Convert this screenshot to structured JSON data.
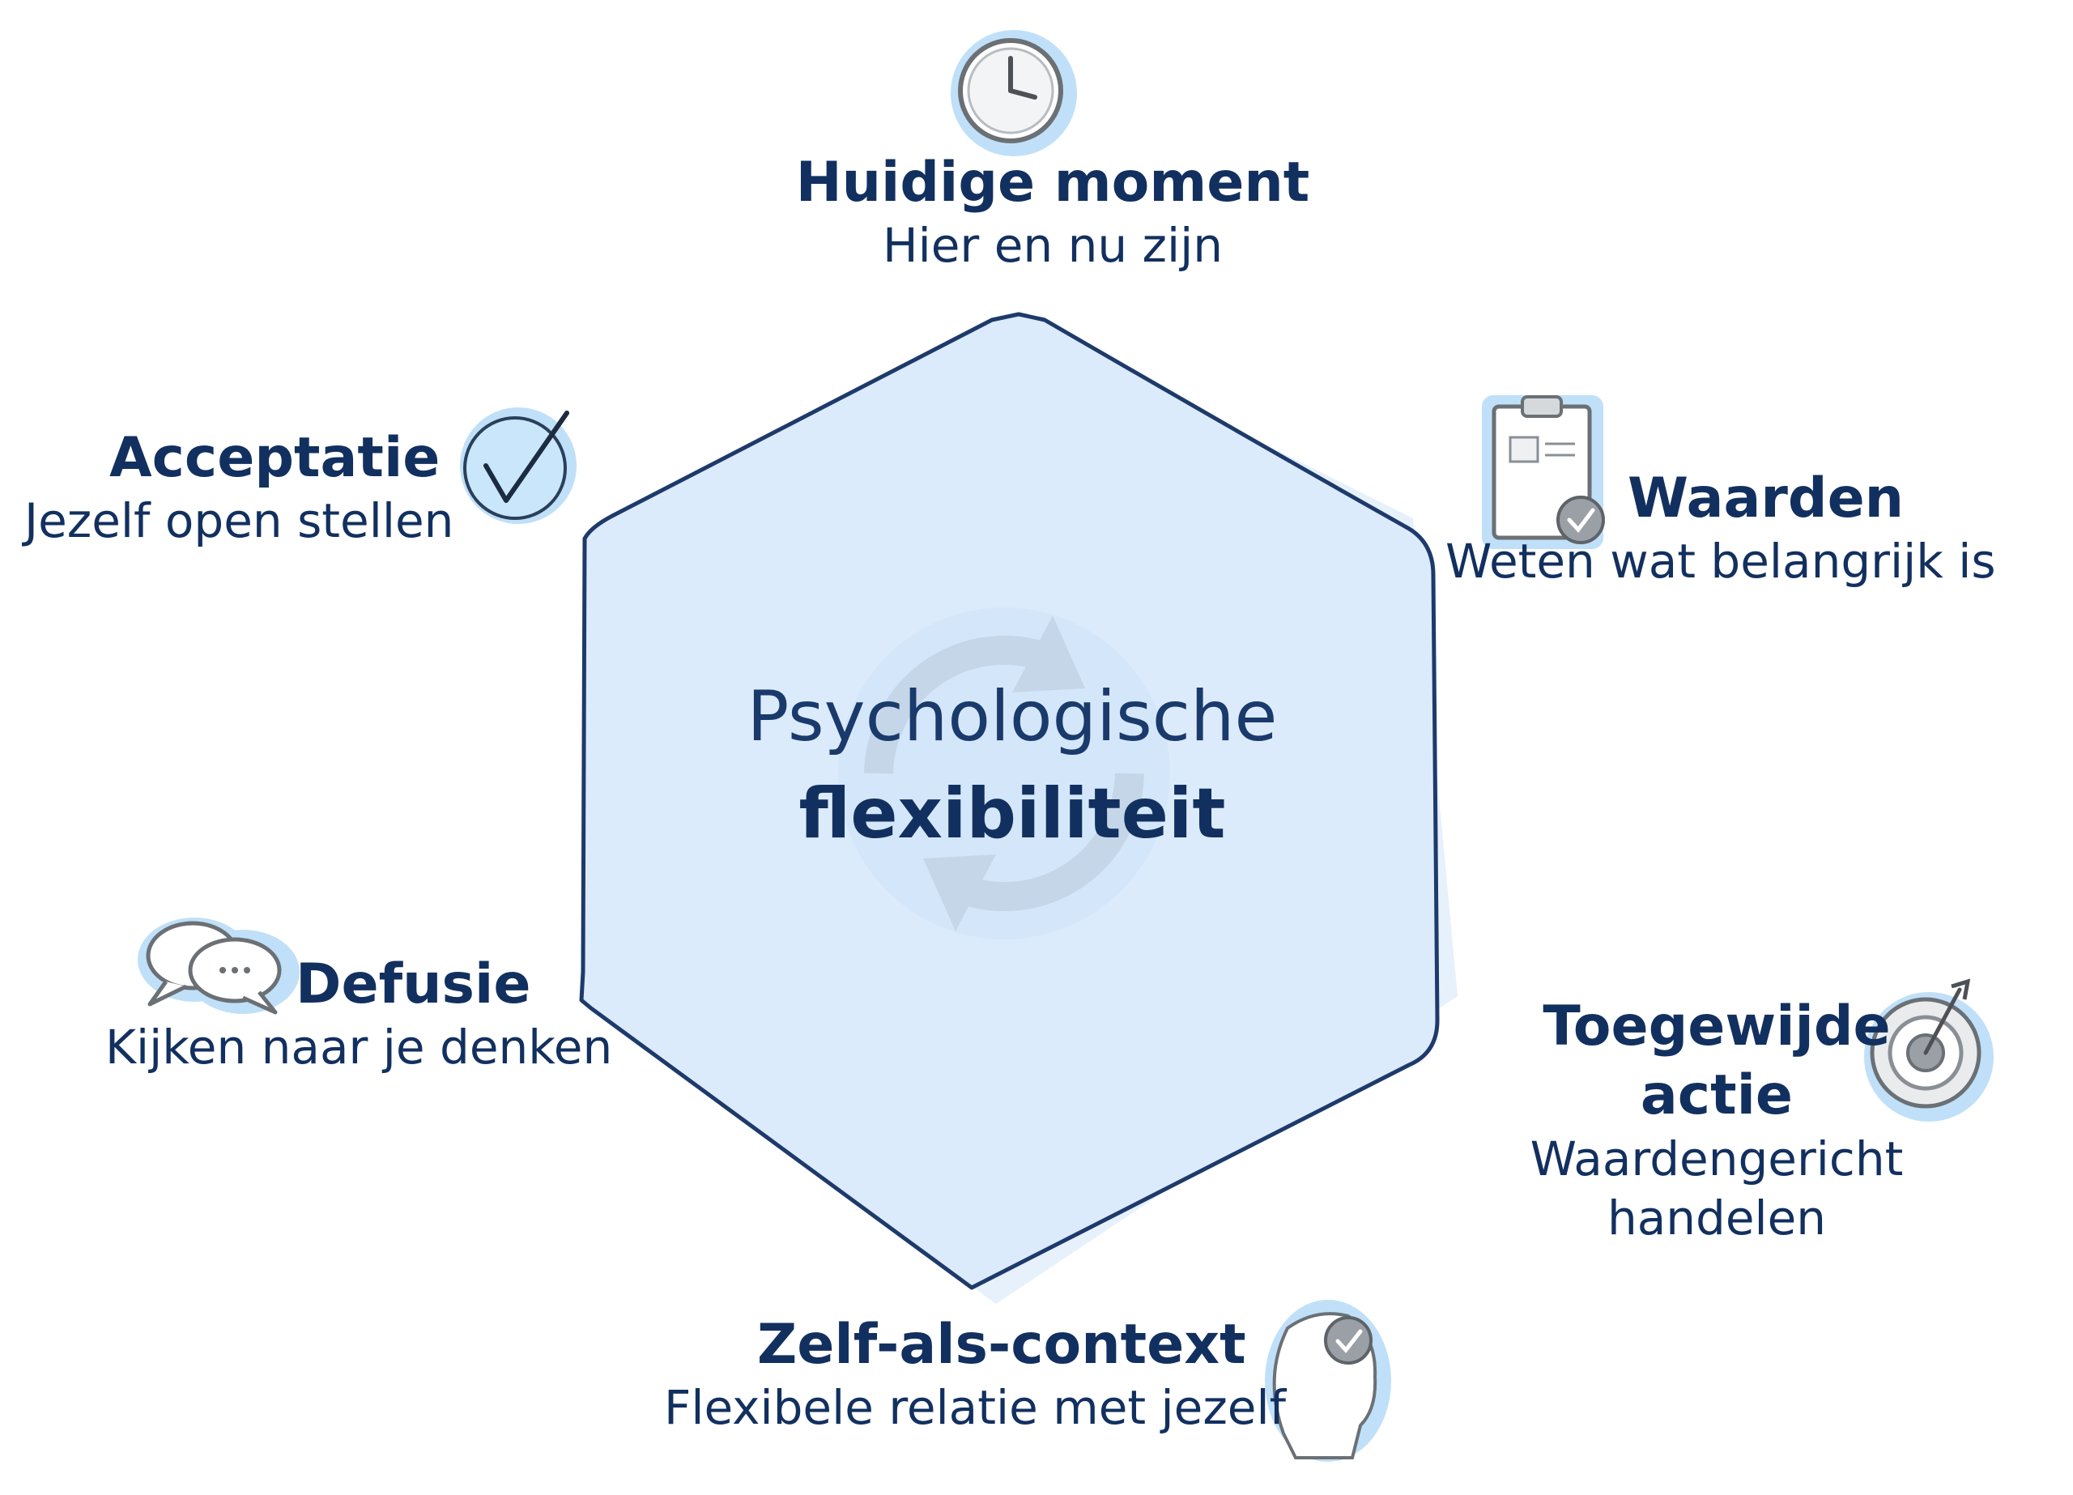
{
  "center": {
    "line1": "Psychologische",
    "line2": "flexibiliteit",
    "icon": "refresh-cycle-icon"
  },
  "nodes": {
    "huidige_moment": {
      "title": "Huidige moment",
      "subtitle": "Hier en nu zijn",
      "icon": "clock-icon"
    },
    "acceptatie": {
      "title": "Acceptatie",
      "subtitle": "Jezelf open stellen",
      "icon": "checkmark-circle-icon"
    },
    "waarden": {
      "title": "Waarden",
      "subtitle": "Weten wat belangrijk is",
      "icon": "clipboard-check-icon"
    },
    "defusie": {
      "title": "Defusie",
      "subtitle": "Kijken naar je denken",
      "icon": "speech-bubbles-icon"
    },
    "toegewijde_actie": {
      "title_line1": "Toegewijde",
      "title_line2": "actie",
      "subtitle_line1": "Waardengericht",
      "subtitle_line2": "handelen",
      "icon": "target-icon"
    },
    "zelf_als_context": {
      "title": "Zelf-als-context",
      "subtitle": "Flexibele relatie met jezelf",
      "icon": "head-check-icon"
    }
  },
  "colors": {
    "text": "#12305f",
    "hexagon_fill": "#dcebfb",
    "hexagon_stroke": "#1d3a6a",
    "icon_glow": "#bfe0f8",
    "icon_gray": "#8a8f96"
  }
}
